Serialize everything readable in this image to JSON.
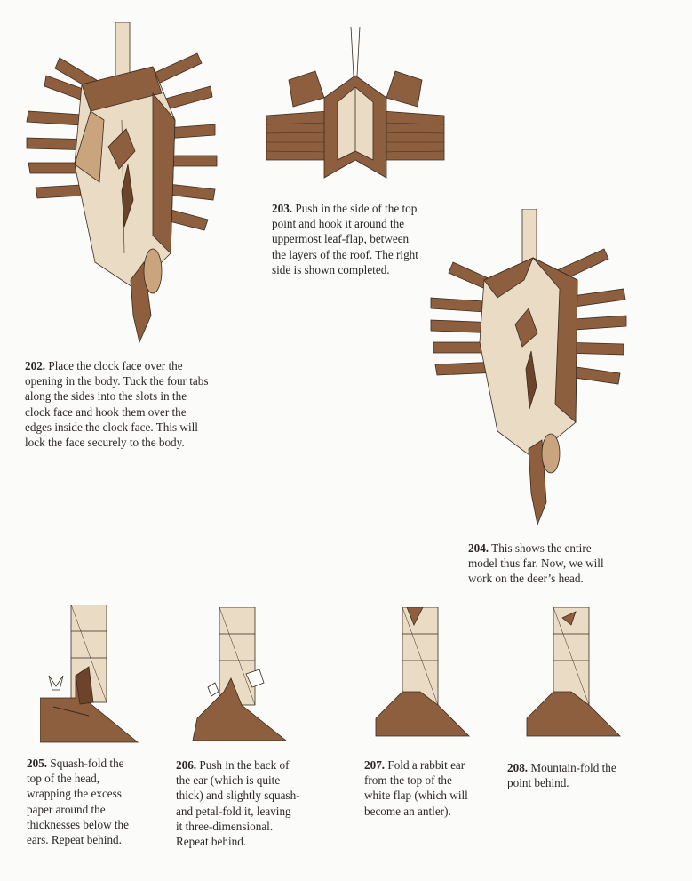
{
  "steps": [
    {
      "num": "202.",
      "text": "Place the clock face over the\nopening in the body. Tuck the four tabs\nalong the sides into the slots in the\nclock face and hook them over the\nedges inside the clock face. This will\nlock the face securely to the body."
    },
    {
      "num": "203.",
      "text": "Push in the side of the top\npoint and hook it around the\nuppermost leaf-flap, between\nthe layers of the roof. The right\nside is shown completed."
    },
    {
      "num": "204.",
      "text": "This shows the entire\nmodel thus far. Now, we will\nwork on the deer’s head."
    },
    {
      "num": "205.",
      "text": "Squash-fold the\ntop of the head,\nwrapping the excess\npaper around the\nthicknesses below the\nears. Repeat behind."
    },
    {
      "num": "206.",
      "text": "Push in the back of\nthe ear (which is quite\nthick) and slightly squash-\nand petal-fold it, leaving\nit three-dimensional.\nRepeat behind."
    },
    {
      "num": "207.",
      "text": "Fold a rabbit ear\nfrom the top of the\nwhite flap (which will\nbecome an antler)."
    },
    {
      "num": "208.",
      "text": "Mountain-fold the\npoint behind."
    }
  ],
  "colors": {
    "paper_brown": "#8e5f3e",
    "paper_dark": "#6b4429",
    "paper_cream": "#eadcc4",
    "line": "#3a2a1e"
  }
}
